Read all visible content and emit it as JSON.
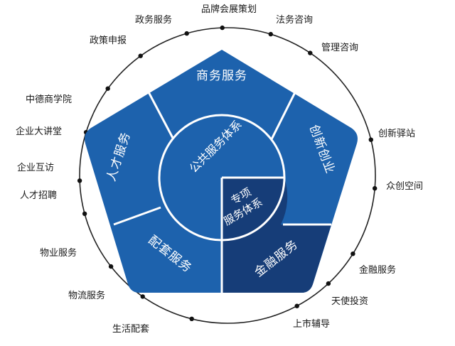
{
  "colors": {
    "segment": "#1d62ad",
    "special": "#163d78",
    "divider": "#ffffff",
    "ring": "#222222",
    "dot": "#111111",
    "text": "#1a1a1a"
  },
  "center": {
    "title": "公共服务体系"
  },
  "special_sector": {
    "line1": "专项",
    "line2": "服务体系"
  },
  "segments": {
    "business": "商务服务",
    "innovation": "创新创业",
    "finance": "金融服务",
    "support": "配套服务",
    "talent": "人才服务"
  },
  "outer_labels": [
    "品牌会展策划",
    "法务咨询",
    "管理咨询",
    "创新驿站",
    "众创空间",
    "金融服务",
    "天使投资",
    "上市辅导",
    "生活配套",
    "物流服务",
    "物业服务",
    "人才招聘",
    "企业互访",
    "企业大讲堂",
    "中德商学院",
    "政策申报",
    "政务服务"
  ]
}
